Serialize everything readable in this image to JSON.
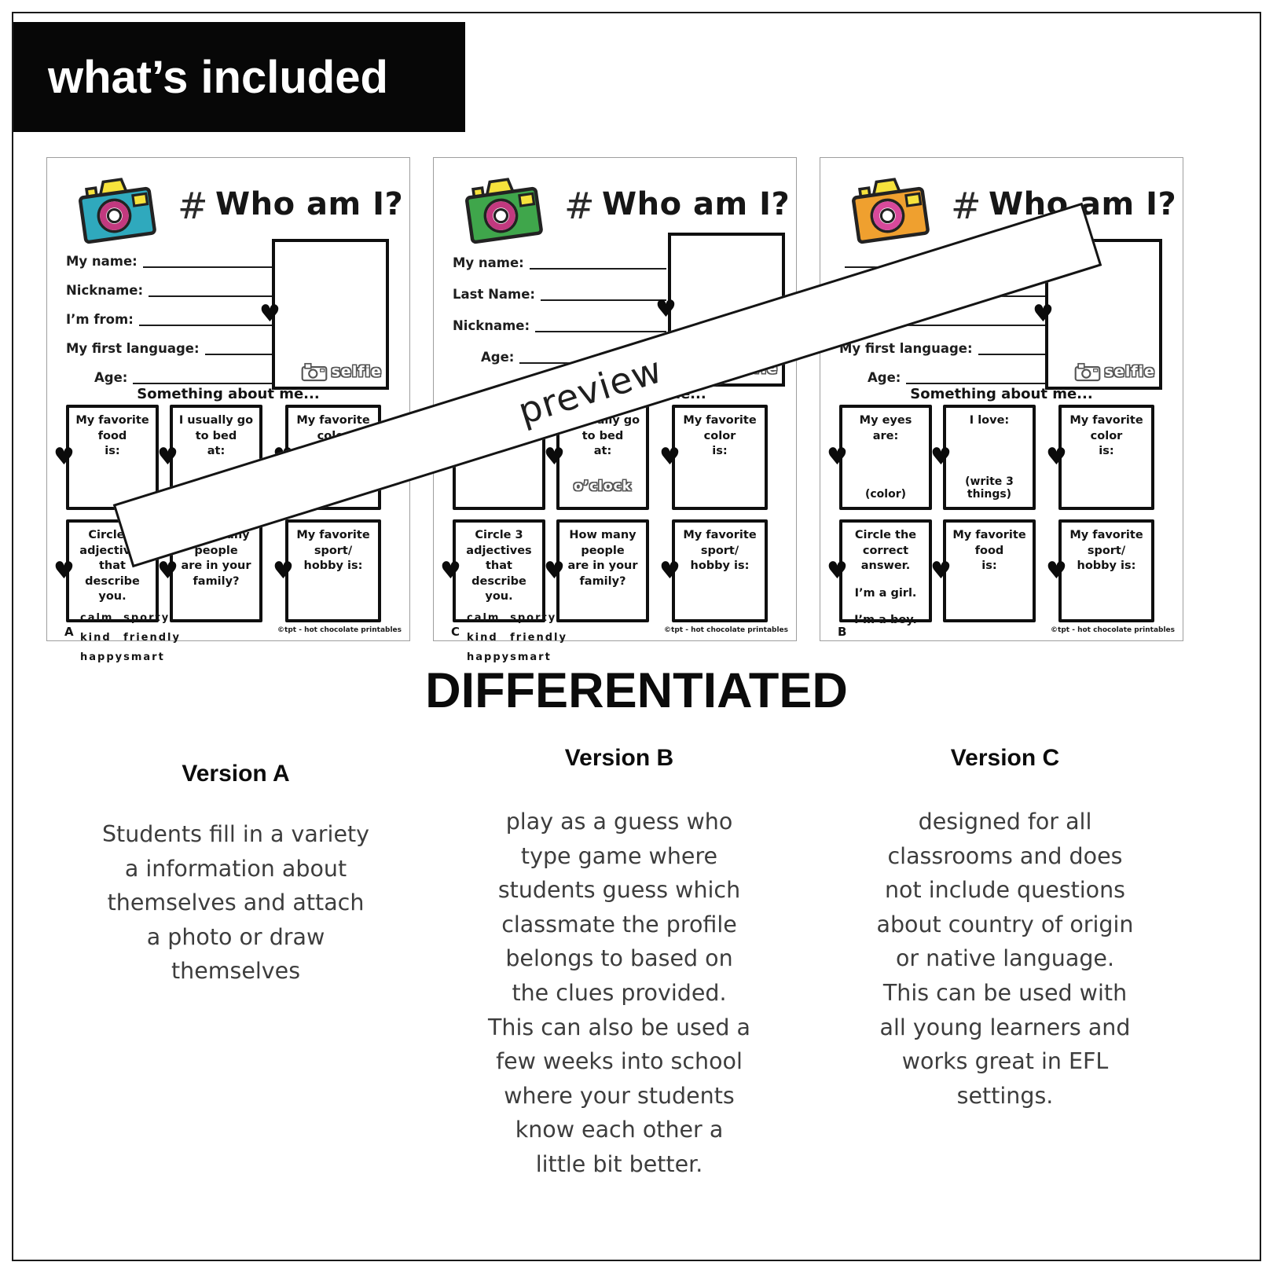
{
  "banner": {
    "label": "what’s included"
  },
  "preview": {
    "label": "preview"
  },
  "icons": {
    "heart": "♥"
  },
  "sheets": [
    {
      "letter": "A",
      "hashtag": "#",
      "title": "Who am I?",
      "camera": {
        "body": "#2fa9bd",
        "flash": "#f6e23c",
        "lens": "#c2397f"
      },
      "fields": [
        "My name:",
        "Nickname:",
        "I’m from:",
        "My first language:",
        "Age:"
      ],
      "selfie_label": "selfie",
      "about_heading": "Something about me...",
      "boxes": [
        {
          "title": "My favorite food\nis:"
        },
        {
          "title": "I usually go to bed\nat:"
        },
        {
          "title": "My favorite color\nis:"
        },
        {
          "title": "Circle 3 adjectives\nthat describe you.",
          "words": [
            "calm",
            "sporty",
            "kind",
            "friendly",
            "happy",
            "smart"
          ]
        },
        {
          "title": "How many people\nare in your family?"
        },
        {
          "title": "My favorite sport/\nhobby is:"
        }
      ],
      "copyright": "©tpt - hot chocolate printables"
    },
    {
      "letter": "C",
      "hashtag": "#",
      "title": "Who am I?",
      "camera": {
        "body": "#3fa64b",
        "flash": "#f6e23c",
        "lens": "#c2397f"
      },
      "fields": [
        "My name:",
        "Last Name:",
        "Nickname:",
        "Age:"
      ],
      "selfie_label": "selfie",
      "about_heading": "Something about me...",
      "boxes": [
        {
          "title": ""
        },
        {
          "title": "I usually go to bed\nat:",
          "center_note": "o’clock"
        },
        {
          "title": "My favorite color\nis:"
        },
        {
          "title": "Circle 3 adjectives\nthat describe you.",
          "words": [
            "calm",
            "sporty",
            "kind",
            "friendly",
            "happy",
            "smart"
          ]
        },
        {
          "title": "How many people\nare in your family?"
        },
        {
          "title": "My favorite sport/\nhobby is:"
        }
      ],
      "copyright": "©tpt - hot chocolate printables"
    },
    {
      "letter": "B",
      "hashtag": "#",
      "title": "Who am I?",
      "camera": {
        "body": "#efa02f",
        "flash": "#f6e23c",
        "lens": "#d8499b"
      },
      "fields": [
        "",
        "",
        "",
        "My first language:",
        "Age:"
      ],
      "selfie_label": "selfie",
      "about_heading": "Something about me...",
      "boxes": [
        {
          "title": "My eyes are:",
          "bottom_note": "(color)"
        },
        {
          "title": "I love:",
          "bottom_note": "(write 3 things)"
        },
        {
          "title": "My favorite color\nis:"
        },
        {
          "title": "Circle the correct\nanswer.",
          "lines": [
            "I’m a girl.",
            "I’m a boy."
          ]
        },
        {
          "title": "My favorite food\nis:"
        },
        {
          "title": "My favorite sport/\nhobby is:"
        }
      ],
      "copyright": "©tpt - hot chocolate printables"
    }
  ],
  "differentiated": {
    "title": "DIFFERENTIATED",
    "versions": [
      {
        "heading": "Version A",
        "body": "Students fill in a variety\na information about\nthemselves and attach\na photo or draw\nthemselves"
      },
      {
        "heading": "Version B",
        "body": "play as a guess who\ntype game where\nstudents guess which\nclassmate the profile\nbelongs to based on\nthe clues provided.\nThis can also be used a\nfew weeks into school\nwhere your students\nknow each other a\nlittle bit better."
      },
      {
        "heading": "Version C",
        "body": "designed for all\nclassrooms and does\nnot include questions\nabout country of origin\nor native language.\nThis can be used with\nall young learners and\nworks great in EFL\nsettings."
      }
    ]
  }
}
